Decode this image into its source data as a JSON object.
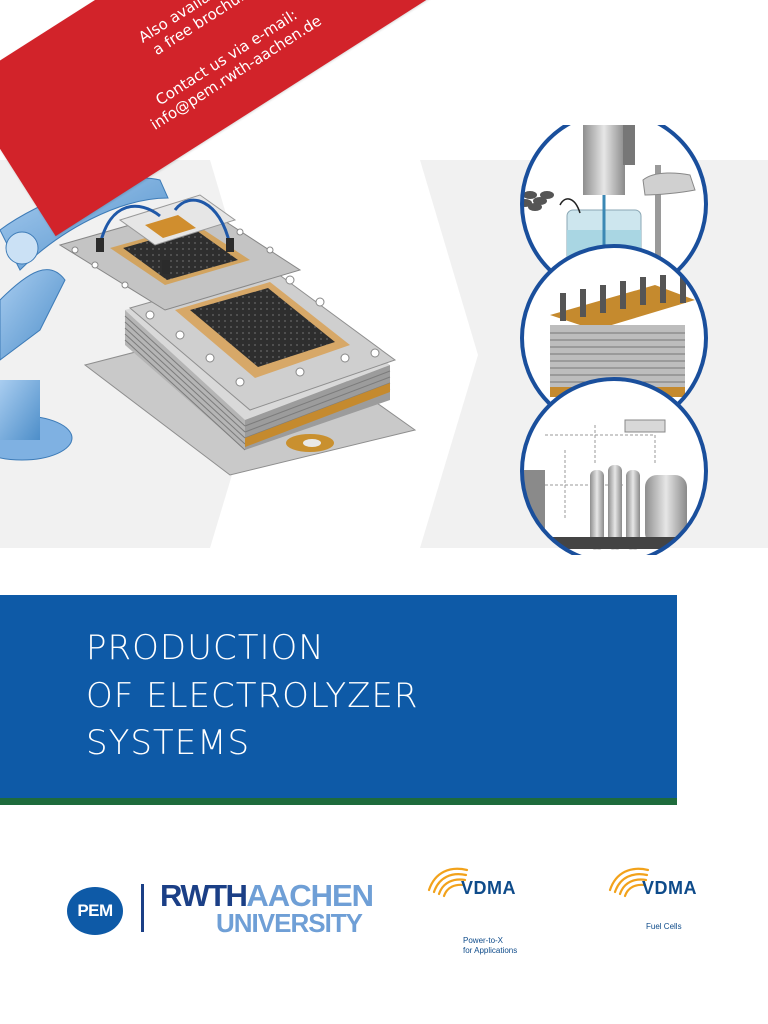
{
  "ribbon": {
    "line1": "Also available as",
    "line2": "a free brochure",
    "line3": "Contact us via e-mail:",
    "line4": "info@pem.rwth-aachen.de"
  },
  "title": {
    "line1": "PRODUCTION",
    "line2": "OF ELECTROLYZER",
    "line3": "SYSTEMS"
  },
  "logos": {
    "pem": "PEM",
    "rwth_part1": "RWTH",
    "rwth_part2": "AACHEN",
    "rwth_part3": "UNIVERSITY",
    "vdma1_name": "VDMA",
    "vdma1_caption_line1": "Power-to-X",
    "vdma1_caption_line2": "for Applications",
    "vdma2_name": "VDMA",
    "vdma2_caption": "Fuel Cells"
  },
  "colors": {
    "ribbon_red": "#d2232a",
    "title_blue": "#0e5aa7",
    "title_stripe_green": "#1e6b3c",
    "rwth_dark_blue": "#1b3f86",
    "rwth_light_blue": "#6f9fd6",
    "vdma_blue": "#0e4b8a",
    "vdma_orange": "#f2a21b"
  }
}
